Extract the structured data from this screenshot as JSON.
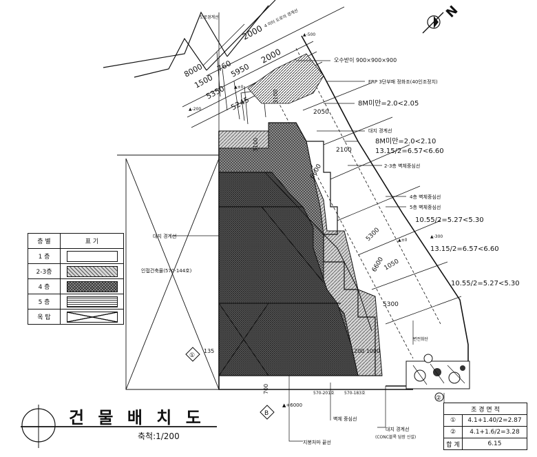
{
  "title": "건 물 배 치 도",
  "scale": "축척:1/200",
  "north_label": "N",
  "annotations": {
    "top_boundary": "도로경계선",
    "road_line": "4 미터 도로의 경계선",
    "level_500a": "▲-500",
    "level_0a": "▲±0",
    "level_200": "▲-200",
    "outdoor_stair": "오수받이 900×900×900",
    "frp_tank": "FRP 3단부패 정화조(40인조정치)",
    "rule_8m_a": "8M미만=2.0<2.05",
    "site_line_a": "대지 경계선",
    "rule_8m_b": "8M미만=2.0<2.10",
    "rule_1315_a": "13.15/2=6.57<6.60",
    "line_23": "2-3층 벽체중심선",
    "line_4f": "4층 벽체중심선",
    "line_5f": "5층 벽체중심선",
    "rule_1055_a": "10.55/2=5.27<5.30",
    "level_300": "▲-300",
    "level_0b": "▲±0",
    "rule_1315_b": "13.15/2=6.57<6.60",
    "rule_1055_b": "10.55/2=5.27<5.30",
    "site_line_b": "대지 경계선",
    "neighbor": "인접건축물(570-144호)",
    "plot_note": "변전화단",
    "level_6000": "▲+6000",
    "wall_center": "벽체 중심선",
    "roof_line": "지붕처마 끝선",
    "site_line_c": "대지 경계선",
    "concrete": "(CONC블록 담장 신설)",
    "lot_a": "570-201호",
    "lot_b": "570-183호",
    "marker_a": "①",
    "marker_b": "②",
    "marker_b2": "B",
    "marker_c": "②"
  },
  "dims": {
    "d2000a": "2000",
    "d2000b": "2000",
    "d760": "760",
    "d5950": "5950",
    "d8000": "8000",
    "d1500": "1500",
    "d5350": "5350",
    "d5245": "5245",
    "d3100a": "3100",
    "d2050": "2050",
    "d3100b": "3100",
    "d2100": "2100",
    "d6600a": "6600",
    "d5300a": "5300",
    "d6600b": "6600",
    "d1050": "1050",
    "d5300b": "5300",
    "d135": "135",
    "d200_1000": "200 1000",
    "d700": "700"
  },
  "legend": {
    "header": [
      "층 별",
      "표 기"
    ],
    "rows": [
      {
        "label": "1 층",
        "pattern": "blank"
      },
      {
        "label": "2-3층",
        "pattern": "diag"
      },
      {
        "label": "4 층",
        "pattern": "cross"
      },
      {
        "label": "5 층",
        "pattern": "horiz"
      },
      {
        "label": "옥 탑",
        "pattern": "x"
      }
    ]
  },
  "landscape": {
    "header": "조 경 면 적",
    "rows": [
      {
        "k": "①",
        "v": "4.1+1.40/2=2.87"
      },
      {
        "k": "②",
        "v": "4.1+1.6/2=3.28"
      },
      {
        "k": "합 계",
        "v": "6.15"
      }
    ]
  }
}
